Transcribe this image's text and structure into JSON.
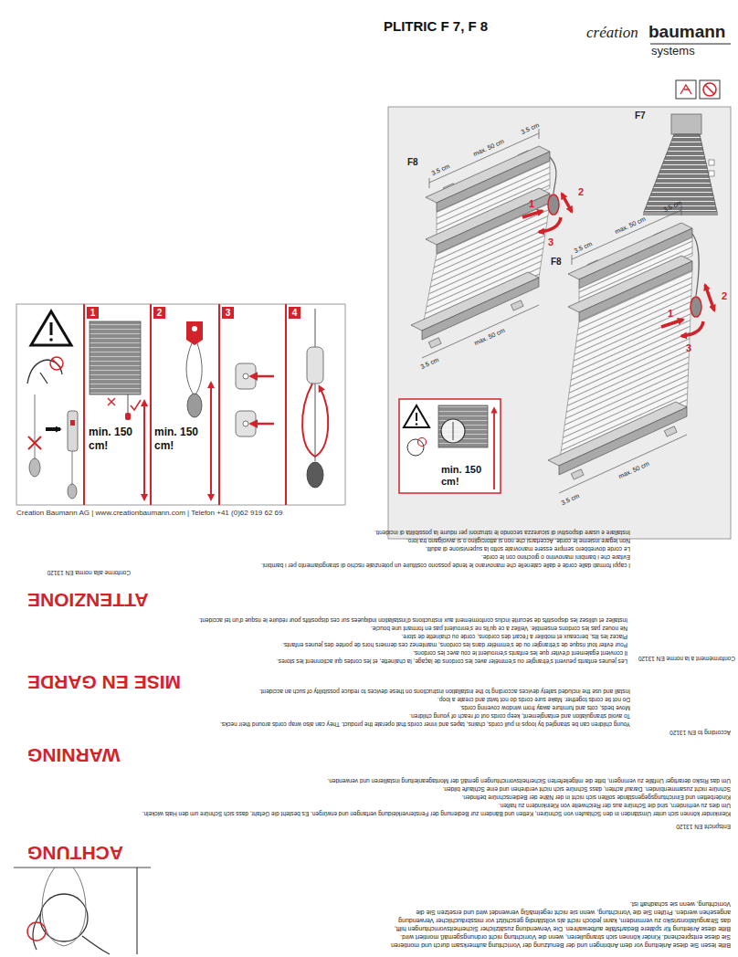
{
  "diagram": {
    "title": "PLITRIC F 7, F 8",
    "labels": [
      "création",
      "baumann",
      "systems",
      "F7",
      "F8",
      "F8",
      "3.5 cm",
      "max. 50 cm",
      "3.5 cm",
      "3.5 cm",
      "max. 50 cm",
      "1",
      "2",
      "3",
      "3.5 cm",
      "max. 50 cm",
      "3.5 cm",
      "1",
      "2",
      "3",
      "3.5 cm",
      "max. 50 cm",
      "min. 150 cm!",
      "1",
      "2",
      "3",
      "4",
      "min. 150 cm!",
      "min. 150 cm!",
      "Création Baumann AG | www.creationbaumann.com | Telefon +41 (0)62 919 62 69",
      "Bitte lesen Sie diese Anleitung vor dem Anbringen und der Benutzung der Vorrichtung aufmerksam durch und montieren Sie diese entsprechend. Kinder können sich strangulieren, wenn die Vorrichtung nicht ordnungsgemäß montiert wird. Bitte diese Anleitung für spätere Bedarfsfälle aufbewahren. Die Verwendung zusätzlicher Sicherheitsvorrichtungen hilft, das Strangulationsrisiko zu vermindern, kann jedoch nicht als vollständig geschützt vor missbräuchlicher Verwendung angesehen werden. Prüfen Sie die Vorrichtung, wenn sie nicht regelmäßig verwendet wird und ersetzen Sie die Vorrichtung, wenn sie schadhaft ist.",
      "ACHTUNG",
      "Entspricht EN 13120",
      "Kleinkinder können sich unter Umständen in den Schlaufen von Schnüren, Ketten und Bändern zur Bedienung der Fensterverkleidung verfangen und erwürgen. Es besteht die Gefahr, dass sich Schnüre um den Hals wickeln.",
      "Um dies zu verhindern, sind die Schnüre aus der Reichweite von Kleinkindern zu halten.",
      "Kinderbetten und Einrichtungsgegenstände sollten sich nicht in der Nähe der Bedienschnüre befinden.",
      "Schnüre nicht zusammenbinden. Darauf achten, dass Schnüre sich nicht verdrehen und eine Schlaufe bilden.",
      "Um das Risiko derartiger Unfälle zu verringern, bitte die mitgelieferten Sicherheitsvorrichtungen gemäß der Montageanleitung installieren und verwenden.",
      "WARNING",
      "According to EN 13120",
      "Young children can be strangled by loops in pull cords, chains, tapes and inner cords that operate the product. They can also wrap cords around their necks.",
      "To avoid strangulation and entanglement, keep cords out of reach of young children.",
      "Move beds, cots and furniture away from window covering cords.",
      "Do not tie cords together. Make sure cords do not twist and create a loop.",
      "Install and use the included safety devices according to the installation instructions on these devices to reduce possibility of such an accident.",
      "MISE EN GARDE",
      "Conformément à la norme EN 13120",
      "Les jeunes enfants peuvent s'étrangler ou s'emmêler avec les cordons de laçage, la chaînette, et les cordes qui actionnent les stores.",
      "Il convient également d'éviter que les enfants s'enroulent le cou avec les cordons.",
      "Pour éviter tout risque de s'étrangler ou de s'emmêler dans les cordons, maintenez ces derniers hors de portée des jeunes enfants.",
      "Placez les lits, berceaux et mobilier à l'écart des cordons, corde ou chaînette de store.",
      "Ne nouez pas les cordons ensemble. Veillez à ce qu'ils ne s'enroulent pas en formant une boucle.",
      "Installez et utilisez les dispositifs de sécurité inclus conformément aux instructions d'installation indiquées sur ces dispositifs pour réduire le risque d'un tel accident.",
      "ATTENZIONE",
      "Conforme alla norma EN 13120",
      "I cappi formati dalle corde e dalle catenelle che manovrano le tende possono costituire un potenziale rischio di strangolamento per i bambini.",
      "Evitare che i bambini manovrino o giochino con le corde.",
      "Le corde dovrebbero sempre essere manovrate sotto la supervisione di adulti.",
      "Non legare insieme le corde. Accertarsi che non si attorciglino o si avvolgano tra loro.",
      "Installare e usare dispositivi di sicurezza secondo le istruzioni per ridurre la possibilità di incidenti."
    ]
  }
}
